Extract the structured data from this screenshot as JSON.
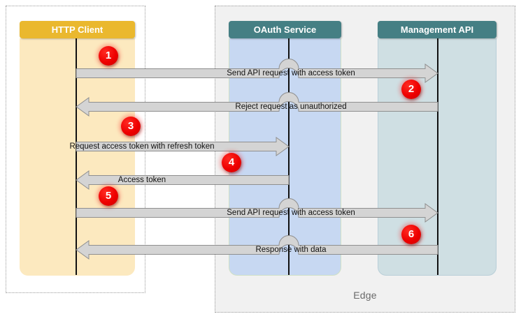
{
  "diagram": {
    "type": "sequence-diagram",
    "regions": [
      {
        "id": "client",
        "label": ""
      },
      {
        "id": "edge",
        "label": "Edge"
      }
    ],
    "lanes": [
      {
        "id": "client",
        "title": "HTTP Client",
        "header_color": "#eab82e",
        "body_color": "#fce9bf"
      },
      {
        "id": "oauth",
        "title": "OAuth Service",
        "header_color": "#457f84",
        "body_color": "#c7d8f2"
      },
      {
        "id": "mgmt",
        "title": "Management API",
        "header_color": "#457f84",
        "body_color": "#cfdfe3"
      }
    ],
    "messages": [
      {
        "step": "1",
        "label": "Send API request with access token",
        "from": "client",
        "to": "mgmt",
        "direction": "right"
      },
      {
        "step": "2",
        "label": "Reject request as unauthorized",
        "from": "mgmt",
        "to": "client",
        "direction": "left"
      },
      {
        "step": "3",
        "label": "Request access token with refresh token",
        "from": "client",
        "to": "oauth",
        "direction": "right"
      },
      {
        "step": "4",
        "label": "Access token",
        "from": "oauth",
        "to": "client",
        "direction": "left"
      },
      {
        "step": "5",
        "label": "Send API request with access token",
        "from": "client",
        "to": "mgmt",
        "direction": "right"
      },
      {
        "step": "6",
        "label": "Response with data",
        "from": "mgmt",
        "to": "client",
        "direction": "left"
      }
    ],
    "colors": {
      "badge": "#ee0000",
      "arrow_fill": "#d4d4d4",
      "arrow_stroke": "#8f8f8f",
      "lifeline": "#111111",
      "edge_bg": "#f1f1f1"
    }
  }
}
